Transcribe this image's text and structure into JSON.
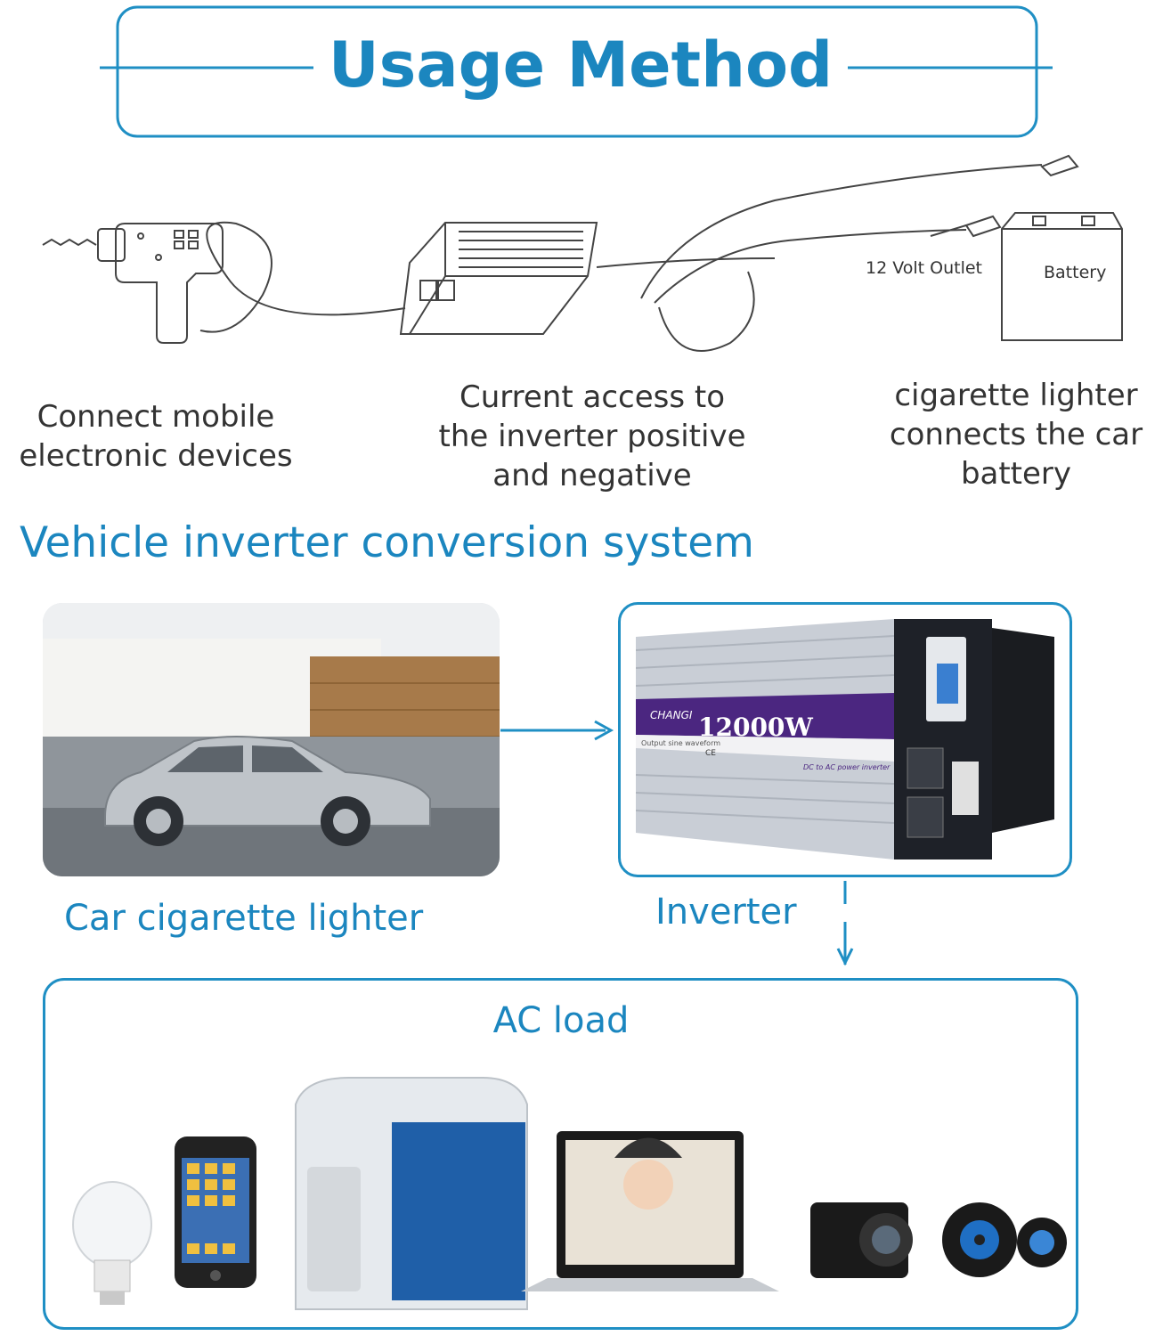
{
  "header": {
    "title": "Usage Method"
  },
  "wiring": {
    "outlet_label": "12 Volt Outlet",
    "battery_label": "Battery",
    "captions": [
      "Connect mobile\nelectronic devices",
      "Current access to\nthe inverter positive\nand negative",
      "cigarette lighter\nconnects the car\nbattery"
    ]
  },
  "system": {
    "title": "Vehicle inverter conversion system",
    "car_caption": "Car cigarette lighter",
    "inverter_caption": "Inverter",
    "inverter_product": {
      "brand": "CHANGI",
      "power": "12000W",
      "waveform": "Output sine waveform",
      "ce": "CE",
      "type": "DC to AC power inverter"
    }
  },
  "load": {
    "title": "AC load"
  },
  "colors": {
    "accent": "#1f8fc4",
    "title_blue": "#1b86bf",
    "text_gray": "#333333"
  }
}
